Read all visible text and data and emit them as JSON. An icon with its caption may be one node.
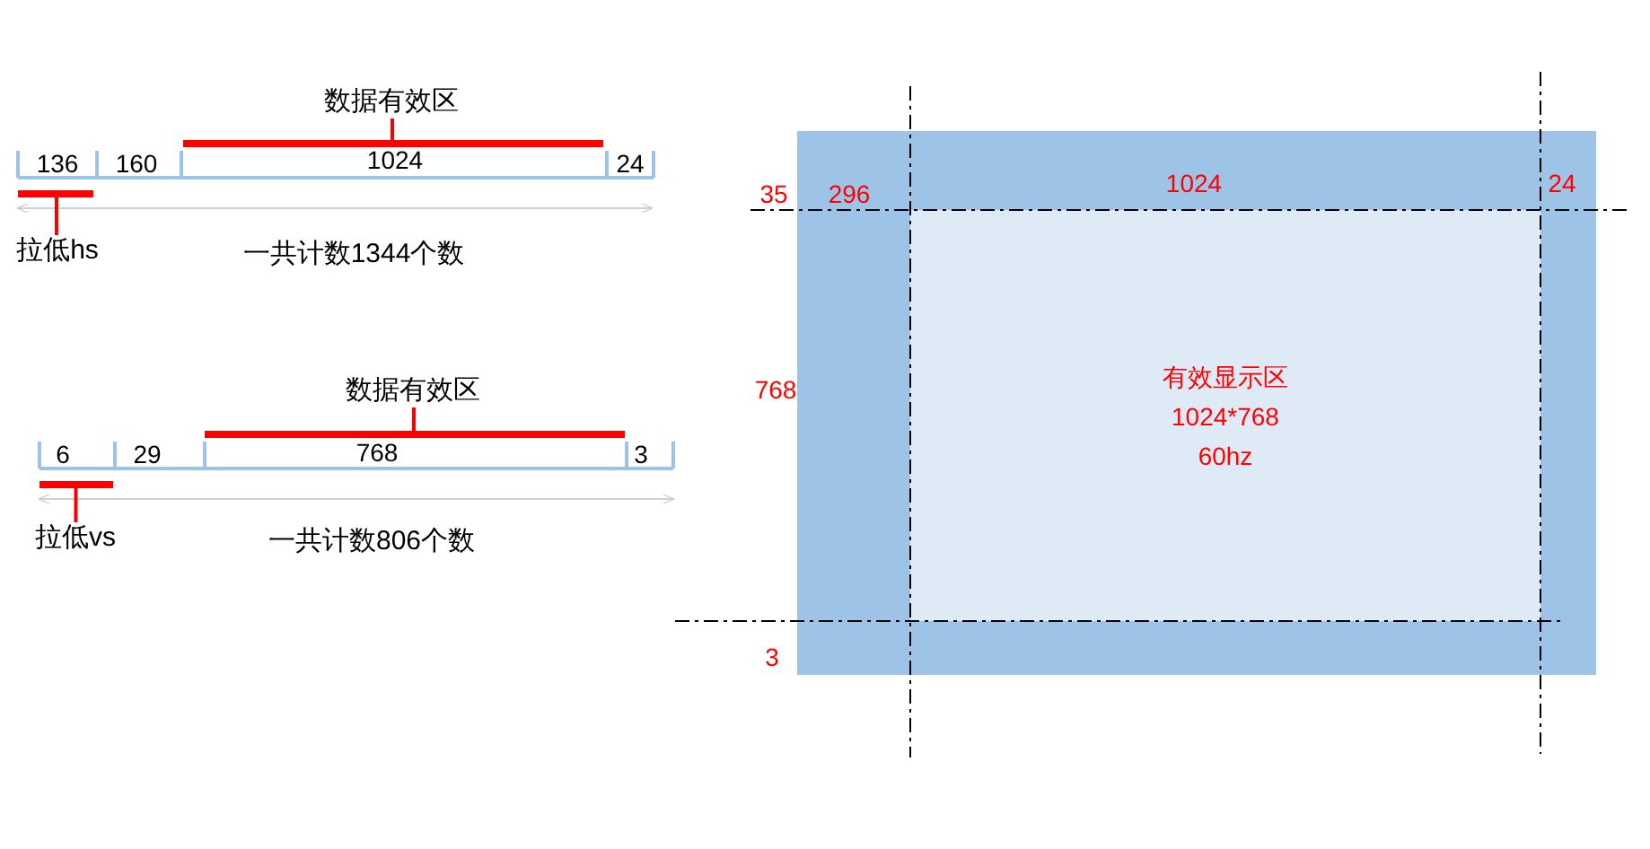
{
  "diagram": {
    "nodes": [
      {
        "text": [
          "数据有效区"
        ]
      },
      {
        "text": [],
        "shape": "bar"
      },
      {
        "text": [],
        "shape": "bar"
      },
      {
        "text": [
          "拉低hs"
        ]
      },
      {
        "text": [
          "数据有效区"
        ]
      },
      {
        "text": [],
        "shape": "bar"
      },
      {
        "text": [],
        "shape": "bar"
      },
      {
        "text": [
          "拉低vs"
        ]
      },
      {
        "text": [],
        "shape": "box"
      },
      {
        "text": [
          "有效显示区 1024*768 60hz"
        ],
        "in": 8
      }
    ],
    "edges": [
      {
        "from": 0,
        "to": 1,
        "arrow": "none"
      },
      {
        "from": 3,
        "to": 2,
        "arrow": "none"
      },
      {
        "from": 4,
        "to": 5,
        "arrow": "none"
      },
      {
        "from": 7,
        "to": 6,
        "arrow": "none"
      }
    ],
    "labels": [
      "136",
      "160",
      "1024",
      "24",
      "一共计数1344个数",
      "6",
      "29",
      "768",
      "3",
      "一共计数806个数",
      "35",
      "296",
      "1024",
      "24",
      "768",
      "3"
    ]
  }
}
